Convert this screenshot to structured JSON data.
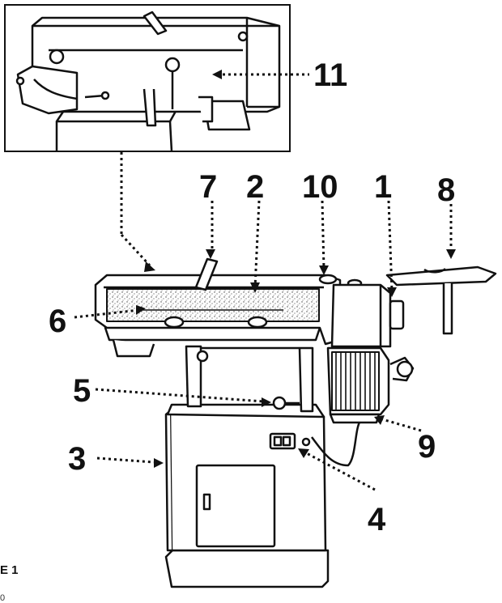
{
  "figure": {
    "label": "E 1",
    "sub": "0"
  },
  "callouts": [
    {
      "id": "1",
      "text": "1"
    },
    {
      "id": "2",
      "text": "2"
    },
    {
      "id": "3",
      "text": "3"
    },
    {
      "id": "4",
      "text": "4"
    },
    {
      "id": "5",
      "text": "5"
    },
    {
      "id": "6",
      "text": "6"
    },
    {
      "id": "7",
      "text": "7"
    },
    {
      "id": "8",
      "text": "8"
    },
    {
      "id": "9",
      "text": "9"
    },
    {
      "id": "10",
      "text": "10"
    },
    {
      "id": "11",
      "text": "11"
    }
  ]
}
